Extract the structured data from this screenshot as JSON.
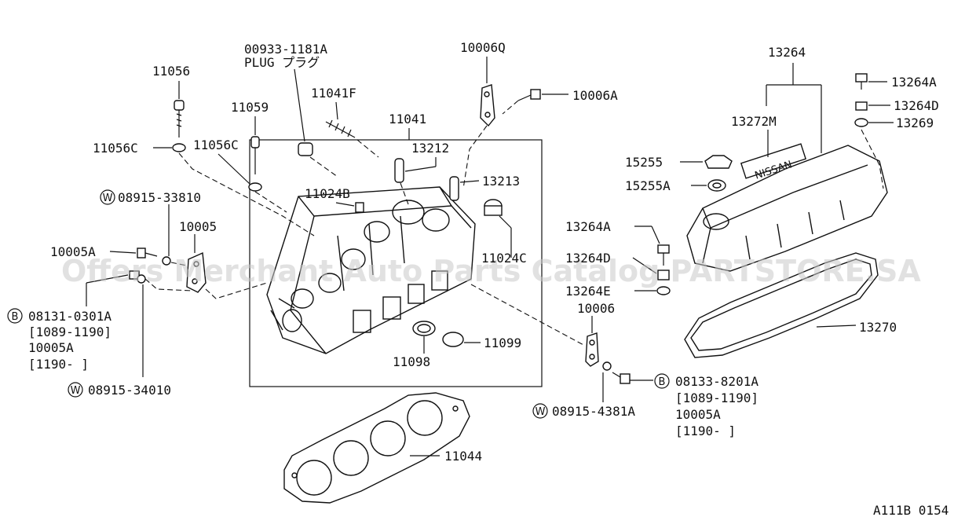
{
  "labels": {
    "p11056": "11056",
    "p11056c_a": "11056C",
    "p11059": "11059",
    "p11056c_b": "11056C",
    "plug_code": "00933-1181A",
    "plug_name": "PLUG プラグ",
    "p11041f": "11041F",
    "p11041": "11041",
    "p10006q": "10006Q",
    "p10006a": "10006A",
    "p13212": "13212",
    "p13213": "13213",
    "p11024b": "11024B",
    "p11024c": "11024C",
    "w_08915_33810": "08915-33810",
    "p10005": "10005",
    "p10005a": "10005A",
    "b_08131": "08131-0301A",
    "b_08131_range": "[1089-1190]",
    "b_08131_alt": "10005A",
    "b_08131_alt_range": "[1190-   ]",
    "w_08915_34010": "08915-34010",
    "p11098": "11098",
    "p11099": "11099",
    "p11044": "11044",
    "p10006": "10006",
    "w_08915_4381a": "08915-4381A",
    "b_08133": "08133-8201A",
    "b_08133_range": "[1089-1190]",
    "b_08133_alt": "10005A",
    "b_08133_alt_range": "[1190-   ]",
    "p13264": "13264",
    "p13272m": "13272M",
    "p13264a_top": "13264A",
    "p13264d_top": "13264D",
    "p13269": "13269",
    "p15255": "15255",
    "p15255a": "15255A",
    "p13264a_mid": "13264A",
    "p13264d_mid": "13264D",
    "p13264e": "13264E",
    "p13270": "13270",
    "ref_code": "A111B 0154"
  },
  "markers": {
    "washer": "W",
    "bolt": "B"
  },
  "watermark": "Offers Merchant Auto Parts Catalog PARTSTORE.SA",
  "cover_brand": "NISSAN"
}
